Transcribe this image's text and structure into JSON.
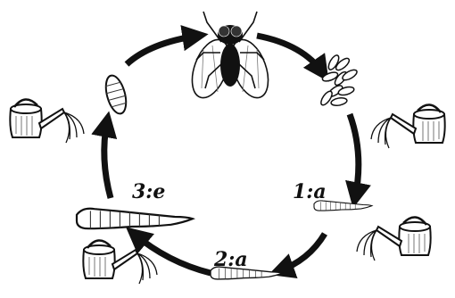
{
  "diagram": {
    "stages": [
      {
        "id": "adult",
        "icon": "fly-icon",
        "label": ""
      },
      {
        "id": "eggs",
        "icon": "eggs-icon",
        "label": ""
      },
      {
        "id": "larva-1",
        "icon": "larva-icon",
        "label": "1:a"
      },
      {
        "id": "larva-2",
        "icon": "larva-icon",
        "label": "2:a"
      },
      {
        "id": "larva-3",
        "icon": "larva-icon",
        "label": "3:e"
      },
      {
        "id": "pupa",
        "icon": "pupa-icon",
        "label": ""
      }
    ],
    "cycle_direction": "clockwise",
    "watering_cans": [
      "watering-can-icon",
      "watering-can-icon",
      "watering-can-icon",
      "watering-can-icon"
    ],
    "colors": {
      "ink": "#111111",
      "background": "#ffffff"
    }
  }
}
